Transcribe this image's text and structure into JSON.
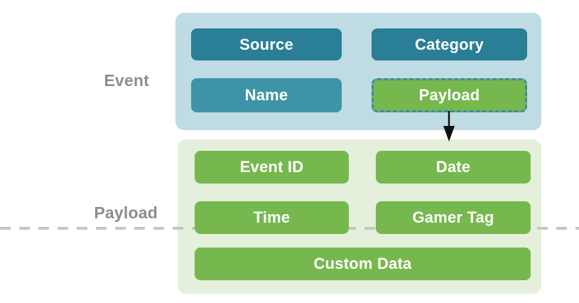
{
  "diagram": {
    "event_group": {
      "label": "Event",
      "boxes": [
        {
          "label": "Source"
        },
        {
          "label": "Category"
        },
        {
          "label": "Name"
        },
        {
          "label": "Payload"
        }
      ]
    },
    "payload_group": {
      "label": "Payload",
      "boxes": [
        {
          "label": "Event ID"
        },
        {
          "label": "Date"
        },
        {
          "label": "Time"
        },
        {
          "label": "Gamer Tag"
        },
        {
          "label": "Custom Data"
        }
      ]
    },
    "icons": {
      "connector": "arrow-down-icon"
    },
    "colors": {
      "container_blue": "#bfdce4",
      "container_green": "#e4f0dc",
      "box_teal_dark": "#2a7e96",
      "box_teal_light": "#3f93a6",
      "box_green": "#76b84e",
      "dashed_border_teal": "#3d8ba3",
      "box_text_white": "#ffffff",
      "side_label_gray": "#8d8d8d",
      "divider_gray": "#c5c5c5",
      "arrow_black": "#111111"
    }
  }
}
